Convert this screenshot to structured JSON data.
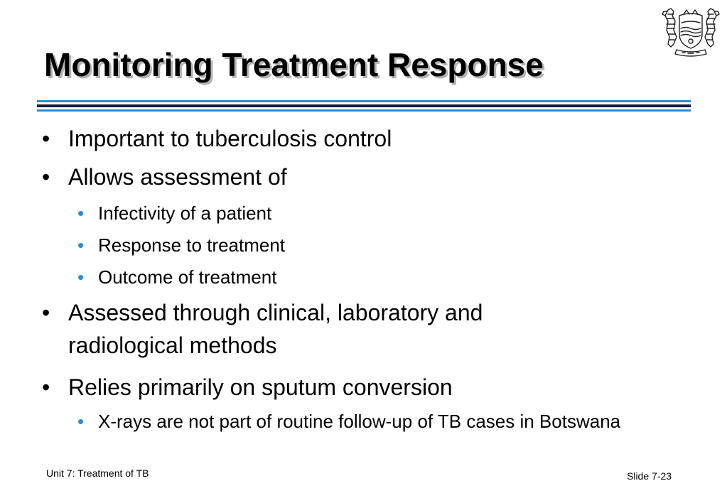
{
  "slide": {
    "title": "Monitoring Treatment Response",
    "bullets": [
      {
        "level": 1,
        "text": "Important to tuberculosis control"
      },
      {
        "level": 1,
        "text": "Allows assessment of"
      },
      {
        "level": 2,
        "text": "Infectivity of a patient"
      },
      {
        "level": 2,
        "text": "Response to treatment"
      },
      {
        "level": 2,
        "text": "Outcome of treatment"
      },
      {
        "level": 1,
        "text": "Assessed through clinical, laboratory and radiological methods"
      },
      {
        "level": 1,
        "text": "Relies primarily on sputum conversion"
      },
      {
        "level": 2,
        "text": "X-rays are not part of routine follow-up of TB cases in Botswana"
      }
    ]
  },
  "bullet_glyph": "•",
  "footer": {
    "left": "Unit 7: Treatment of TB",
    "right": "Slide 7-23"
  },
  "logo": {
    "icon": "botswana-coat-of-arms-icon"
  },
  "colors": {
    "title_text": "#000000",
    "title_shadow": "#b3b3b3",
    "rule_blue": "#2b8bd6",
    "rule_dark": "#1a1a3a",
    "sub_bullet": "#2b8bd6"
  }
}
